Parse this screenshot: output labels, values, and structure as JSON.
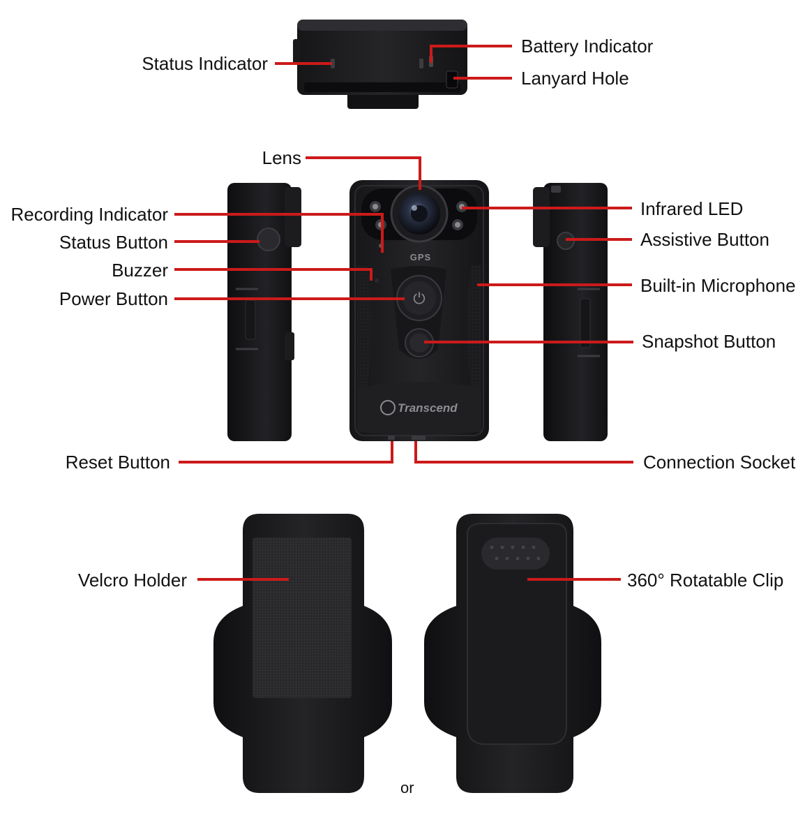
{
  "colors": {
    "leader": "#cc1a1a",
    "device_body": "#1a1a1c",
    "device_edge": "#2c2c30",
    "label_text": "#111111",
    "background": "#ffffff"
  },
  "device": {
    "badge_text": "GPS",
    "brand_text": "Transcend",
    "power_icon": "power-icon"
  },
  "labels": {
    "status_indicator": "Status Indicator",
    "battery_indicator": "Battery Indicator",
    "lanyard_hole": "Lanyard Hole",
    "lens": "Lens",
    "recording_indicator": "Recording Indicator",
    "status_button": "Status Button",
    "buzzer": "Buzzer",
    "power_button": "Power Button",
    "infrared_led": "Infrared LED",
    "assistive_button": "Assistive Button",
    "builtin_microphone": "Built-in Microphone",
    "snapshot_button": "Snapshot Button",
    "reset_button": "Reset Button",
    "connection_socket": "Connection Socket",
    "velcro_holder": "Velcro Holder",
    "rotatable_clip": "360° Rotatable Clip"
  },
  "separator_text": "or"
}
